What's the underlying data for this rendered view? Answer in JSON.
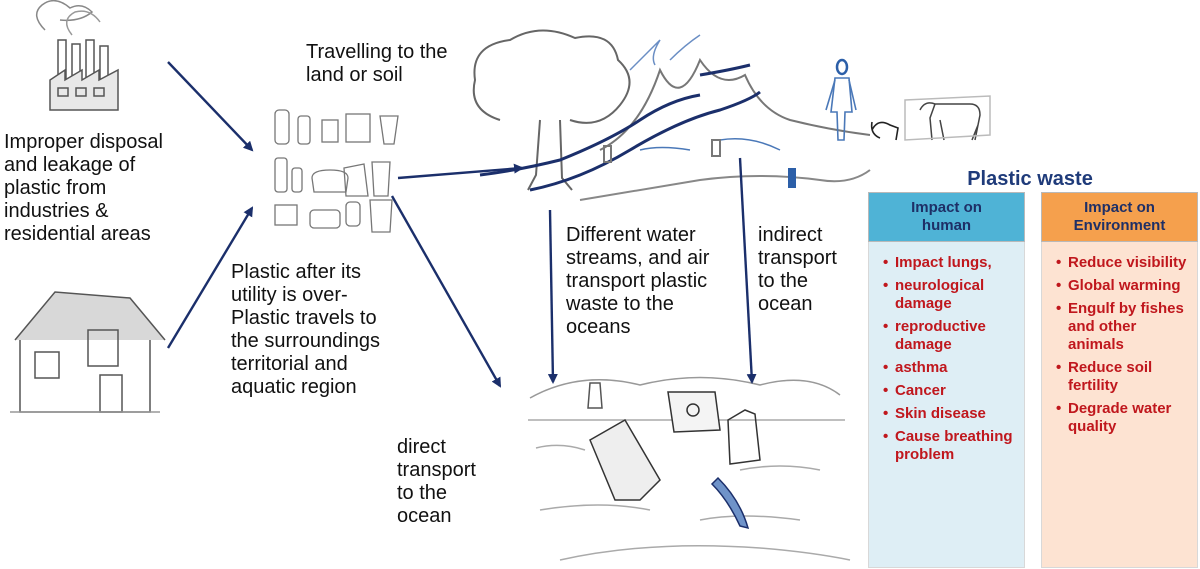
{
  "labels": {
    "improper_disposal": "Improper disposal\nand leakage of\nplastic from\nindustries &\nresidential areas",
    "after_utility": "Plastic after its\nutility is over-\nPlastic travels to\nthe surroundings\nterritorial and\naquatic region",
    "travelling_land": "Travelling to the\nland or soil",
    "water_streams": "Different water\nstreams, and air\ntransport plastic\nwaste to the\noceans",
    "indirect_transport": "indirect\ntransport\nto the\nocean",
    "direct_transport": "direct\ntransport\nto the\nocean"
  },
  "impact_panel": {
    "title": "Plastic waste",
    "human": {
      "heading": "Impact on\nhuman",
      "items": [
        "Impact lungs,",
        "neurological damage",
        "reproductive damage",
        "asthma",
        "Cancer",
        "Skin disease",
        "Cause breathing problem"
      ]
    },
    "environment": {
      "heading": "Impact on\nEnvironment",
      "items": [
        "Reduce visibility",
        "Global warming",
        "Engulf by fishes and other animals",
        "Reduce soil fertility",
        "Degrade water quality"
      ]
    }
  },
  "colors": {
    "arrow": "#1b2f6b",
    "human_header": "#4fb3d6",
    "human_body": "#deeef5",
    "env_header": "#f5a04d",
    "env_body": "#fde3d2",
    "impact_text": "#c0171d"
  },
  "icons": [
    "factory-icon",
    "house-icon",
    "plastic-items-icon",
    "tree-icon",
    "birds-icon",
    "person-icon",
    "cow-icon",
    "dog-icon",
    "landscape-icon",
    "ocean-icon",
    "bottle-icon",
    "carton-icon",
    "poison-bottle-icon",
    "fish-icon"
  ]
}
